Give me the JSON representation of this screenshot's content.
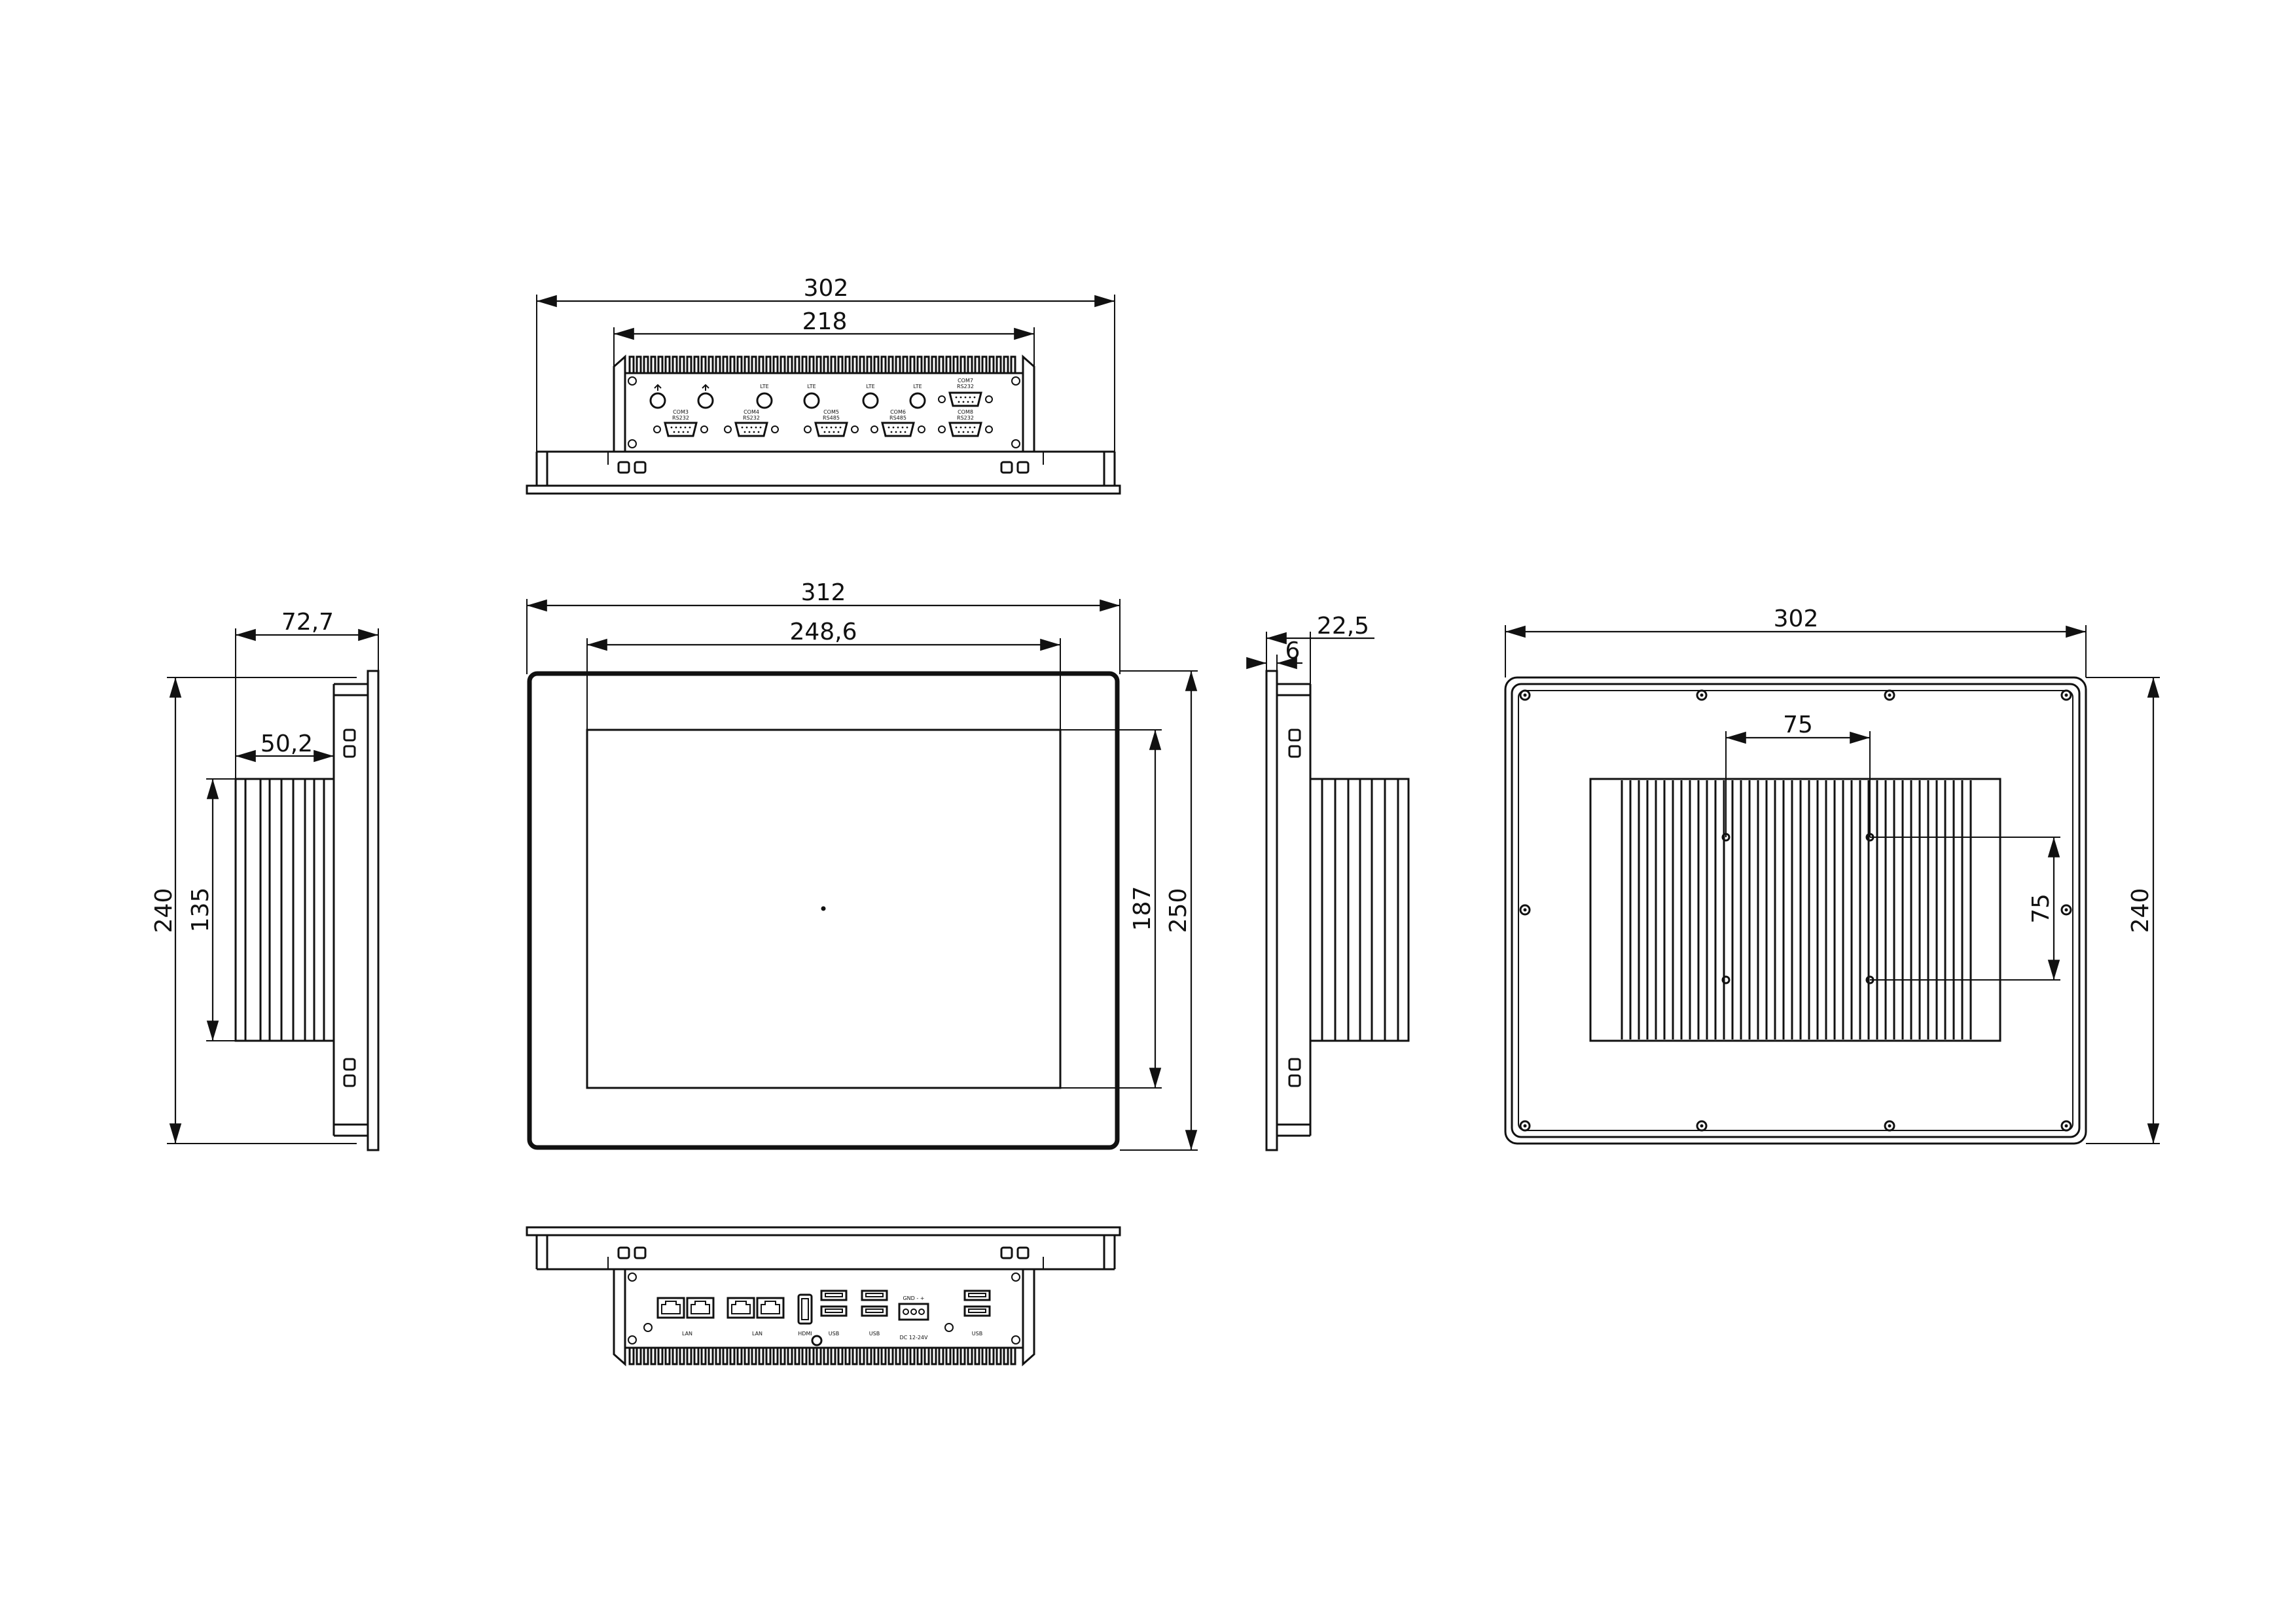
{
  "dimensions": {
    "top_overall_width": "302",
    "top_box_width": "218",
    "front_overall_width": "312",
    "front_screen_width": "248,6",
    "front_screen_height": "187",
    "front_overall_height": "250",
    "left_depth_total": "72,7",
    "left_depth_box": "50,2",
    "left_overall_height": "240",
    "left_box_height": "135",
    "right_depth_total": "22,5",
    "right_panel_thickness": "6",
    "back_overall_width": "302",
    "back_overall_height": "240",
    "vesa_horizontal": "75",
    "vesa_vertical": "75"
  },
  "top_ports": {
    "antenna_labels": [
      "",
      "",
      "LTE",
      "LTE",
      "LTE",
      "LTE"
    ],
    "com_top": [
      "COM7\nRS232"
    ],
    "com_bottom": [
      "COM3\nRS232",
      "COM4\nRS232",
      "COM5\nRS485",
      "COM6\nRS485",
      "COM8\nRS232"
    ]
  },
  "bottom_ports": {
    "lan1": "LAN",
    "lan2": "LAN",
    "hdmi": "HDMI",
    "usb1": "USB",
    "usb2": "USB",
    "power": "DC 12-24V",
    "power_pins": "GND  -  +",
    "usb3": "USB"
  }
}
